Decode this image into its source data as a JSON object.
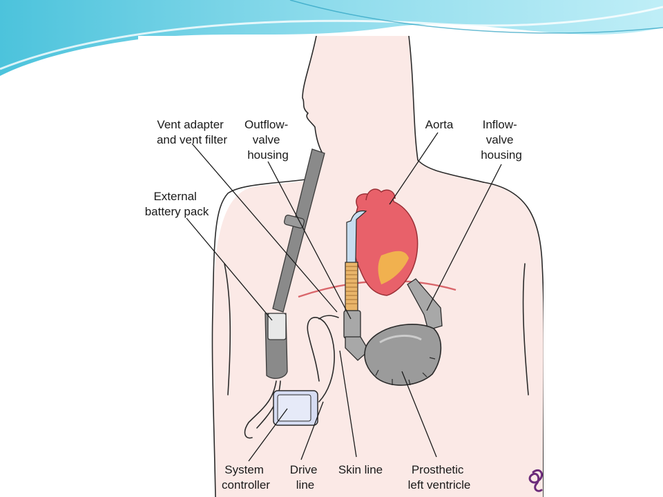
{
  "labels": {
    "vent_adapter": [
      "Vent adapter",
      "and vent filter"
    ],
    "outflow_valve": [
      "Outflow-",
      "valve",
      "housing"
    ],
    "aorta": [
      "Aorta"
    ],
    "inflow_valve": [
      "Inflow-",
      "valve",
      "housing"
    ],
    "battery_pack": [
      "External",
      "battery pack"
    ],
    "system_controller": [
      "System",
      "controller"
    ],
    "drive_line": [
      "Drive",
      "line"
    ],
    "skin_line": [
      "Skin line"
    ],
    "prosthetic_ventricle": [
      "Prosthetic",
      "left ventricle"
    ]
  },
  "colors": {
    "skin": "#fbe9e6",
    "heart": "#e8616a",
    "heart_highlight": "#f2c04a",
    "device_gray": "#9b9b9b",
    "strap_gray": "#7a7a7a",
    "controller_blue": "#d6dcf2",
    "graft_tan": "#e9b56a",
    "skin_line_red": "#d9666b",
    "slide_teal": "#36b3cf"
  },
  "icons": {
    "publisher_logo": "purple-swirl-logo"
  }
}
